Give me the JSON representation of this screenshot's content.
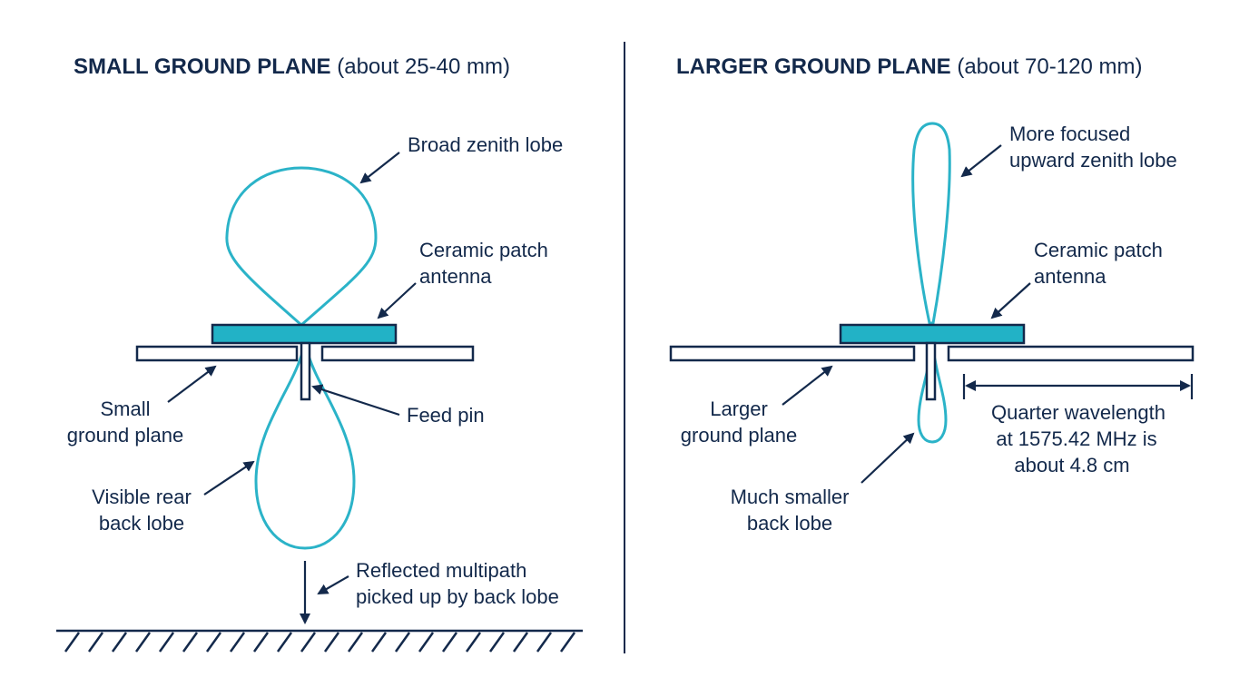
{
  "colors": {
    "ink": "#13294b",
    "lobe": "#2bb3c8",
    "patch": "#22b2c6",
    "background": "#ffffff"
  },
  "left_panel": {
    "title_bold": "SMALL GROUND PLANE",
    "title_rest": " (about 25-40 mm)",
    "labels": {
      "zenith_lobe": "Broad zenith lobe",
      "patch_line1": "Ceramic patch",
      "patch_line2": "antenna",
      "ground_line1": "Small",
      "ground_line2": "ground plane",
      "feed_pin": "Feed pin",
      "back_lobe_line1": "Visible rear",
      "back_lobe_line2": "back lobe",
      "multipath_line1": "Reflected multipath",
      "multipath_line2": "picked up by back lobe"
    }
  },
  "right_panel": {
    "title_bold": "LARGER GROUND PLANE",
    "title_rest": " (about 70-120 mm)",
    "labels": {
      "zenith_line1": "More focused",
      "zenith_line2": "upward zenith lobe",
      "patch_line1": "Ceramic patch",
      "patch_line2": "antenna",
      "ground_line1": "Larger",
      "ground_line2": "ground plane",
      "back_lobe_line1": "Much smaller",
      "back_lobe_line2": "back lobe",
      "wavelength_line1": "Quarter wavelength",
      "wavelength_line2": "at 1575.42 MHz is",
      "wavelength_line3": "about 4.8 cm"
    }
  }
}
